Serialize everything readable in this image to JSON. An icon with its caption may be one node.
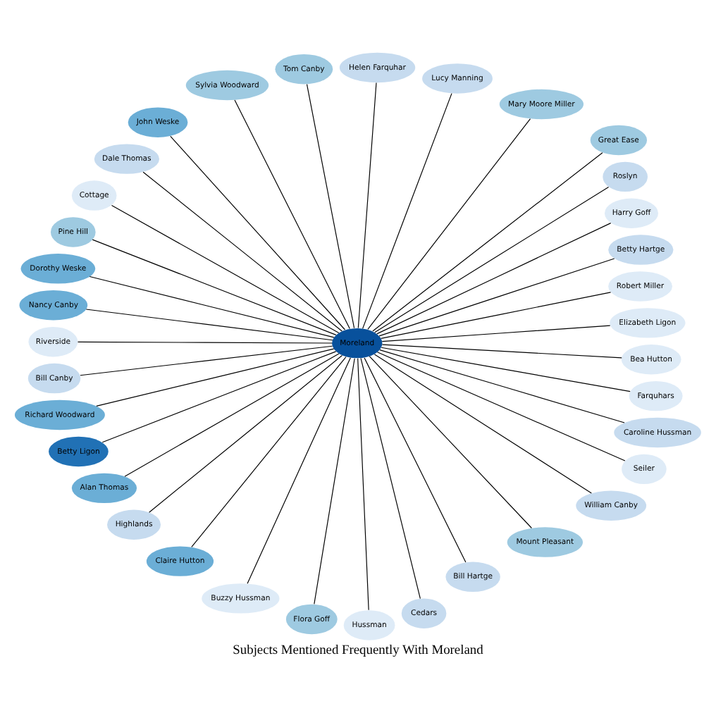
{
  "diagram": {
    "title": "Subjects Mentioned Frequently With Moreland",
    "nodes": [
      {
        "text": [
          "Moreland"
        ]
      },
      {
        "text": [
          "Elizabeth Ligon"
        ]
      },
      {
        "text": [
          "Robert Miller"
        ]
      },
      {
        "text": [
          "Betty Hartge"
        ]
      },
      {
        "text": [
          "Harry Goff"
        ]
      },
      {
        "text": [
          "Roslyn"
        ]
      },
      {
        "text": [
          "Great Ease"
        ]
      },
      {
        "text": [
          "Mary Moore Miller"
        ]
      },
      {
        "text": [
          "Lucy Manning"
        ]
      },
      {
        "text": [
          "Helen Farquhar"
        ]
      },
      {
        "text": [
          "Tom Canby"
        ]
      },
      {
        "text": [
          "Sylvia Woodward"
        ]
      },
      {
        "text": [
          "John Weske"
        ]
      },
      {
        "text": [
          "Dale Thomas"
        ]
      },
      {
        "text": [
          "Cottage"
        ]
      },
      {
        "text": [
          "Pine Hill"
        ]
      },
      {
        "text": [
          "Dorothy Weske"
        ]
      },
      {
        "text": [
          "Nancy Canby"
        ]
      },
      {
        "text": [
          "Riverside"
        ]
      },
      {
        "text": [
          "Bill Canby"
        ]
      },
      {
        "text": [
          "Richard Woodward"
        ]
      },
      {
        "text": [
          "Betty Ligon"
        ]
      },
      {
        "text": [
          "Alan Thomas"
        ]
      },
      {
        "text": [
          "Highlands"
        ]
      },
      {
        "text": [
          "Claire Hutton"
        ]
      },
      {
        "text": [
          "Buzzy Hussman"
        ]
      },
      {
        "text": [
          "Flora Goff"
        ]
      },
      {
        "text": [
          "Hussman"
        ]
      },
      {
        "text": [
          "Cedars"
        ]
      },
      {
        "text": [
          "Bill Hartge"
        ]
      },
      {
        "text": [
          "Mount Pleasant"
        ]
      },
      {
        "text": [
          "William Canby"
        ]
      },
      {
        "text": [
          "Seiler"
        ]
      },
      {
        "text": [
          "Caroline Hussman"
        ]
      },
      {
        "text": [
          "Farquhars"
        ]
      },
      {
        "text": [
          "Bea Hutton"
        ]
      }
    ],
    "edges": [
      {
        "from": 0,
        "to": 1,
        "arrow": "none"
      },
      {
        "from": 0,
        "to": 2,
        "arrow": "none"
      },
      {
        "from": 0,
        "to": 3,
        "arrow": "none"
      },
      {
        "from": 0,
        "to": 4,
        "arrow": "none"
      },
      {
        "from": 0,
        "to": 5,
        "arrow": "none"
      },
      {
        "from": 0,
        "to": 6,
        "arrow": "none"
      },
      {
        "from": 0,
        "to": 7,
        "arrow": "none"
      },
      {
        "from": 0,
        "to": 8,
        "arrow": "none"
      },
      {
        "from": 0,
        "to": 9,
        "arrow": "none"
      },
      {
        "from": 0,
        "to": 10,
        "arrow": "none"
      },
      {
        "from": 0,
        "to": 11,
        "arrow": "none"
      },
      {
        "from": 0,
        "to": 12,
        "arrow": "none"
      },
      {
        "from": 0,
        "to": 13,
        "arrow": "none"
      },
      {
        "from": 0,
        "to": 14,
        "arrow": "none"
      },
      {
        "from": 0,
        "to": 15,
        "arrow": "none"
      },
      {
        "from": 0,
        "to": 16,
        "arrow": "none"
      },
      {
        "from": 0,
        "to": 17,
        "arrow": "none"
      },
      {
        "from": 0,
        "to": 18,
        "arrow": "none"
      },
      {
        "from": 0,
        "to": 19,
        "arrow": "none"
      },
      {
        "from": 0,
        "to": 20,
        "arrow": "none"
      },
      {
        "from": 0,
        "to": 21,
        "arrow": "none"
      },
      {
        "from": 0,
        "to": 22,
        "arrow": "none"
      },
      {
        "from": 0,
        "to": 23,
        "arrow": "none"
      },
      {
        "from": 0,
        "to": 24,
        "arrow": "none"
      },
      {
        "from": 0,
        "to": 25,
        "arrow": "none"
      },
      {
        "from": 0,
        "to": 26,
        "arrow": "none"
      },
      {
        "from": 0,
        "to": 27,
        "arrow": "none"
      },
      {
        "from": 0,
        "to": 28,
        "arrow": "none"
      },
      {
        "from": 0,
        "to": 29,
        "arrow": "none"
      },
      {
        "from": 0,
        "to": 30,
        "arrow": "none"
      },
      {
        "from": 0,
        "to": 31,
        "arrow": "none"
      },
      {
        "from": 0,
        "to": 32,
        "arrow": "none"
      },
      {
        "from": 0,
        "to": 33,
        "arrow": "none"
      },
      {
        "from": 0,
        "to": 34,
        "arrow": "none"
      },
      {
        "from": 0,
        "to": 35,
        "arrow": "none"
      }
    ]
  }
}
